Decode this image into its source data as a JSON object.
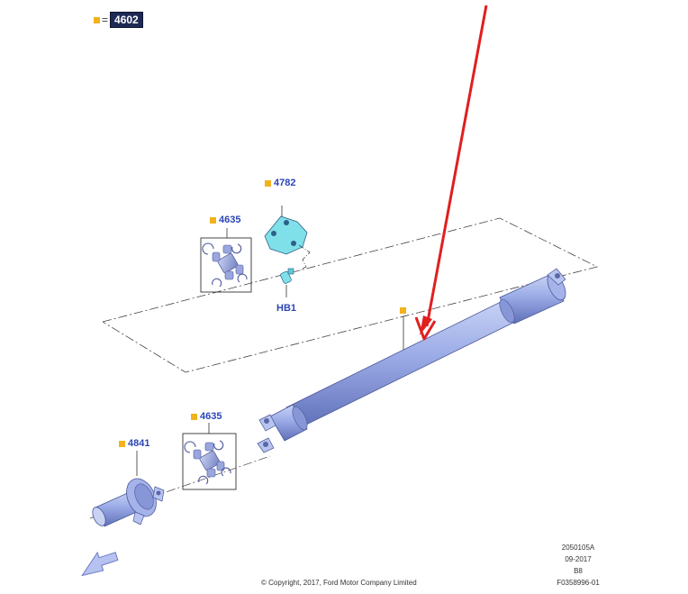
{
  "legend": {
    "symbol": "=",
    "part_number": "4602"
  },
  "callouts": {
    "yoke": "4782",
    "ujoint_upper": "4635",
    "ujoint_lower": "4635",
    "flange": "4841",
    "bolt": "HB1"
  },
  "footer": {
    "ref_code": "2050105A",
    "date": "09-2017",
    "revision": "B8",
    "figure_id": "F0358996-01",
    "copyright": "© Copyright, 2017, Ford Motor Company Limited"
  },
  "colors": {
    "callout_marker": "#f2b21c",
    "callout_text": "#2b45b5",
    "part_fill": "#9fb0e8",
    "highlight_part": "#7fe0ea",
    "arrow": "#e01f1f"
  }
}
